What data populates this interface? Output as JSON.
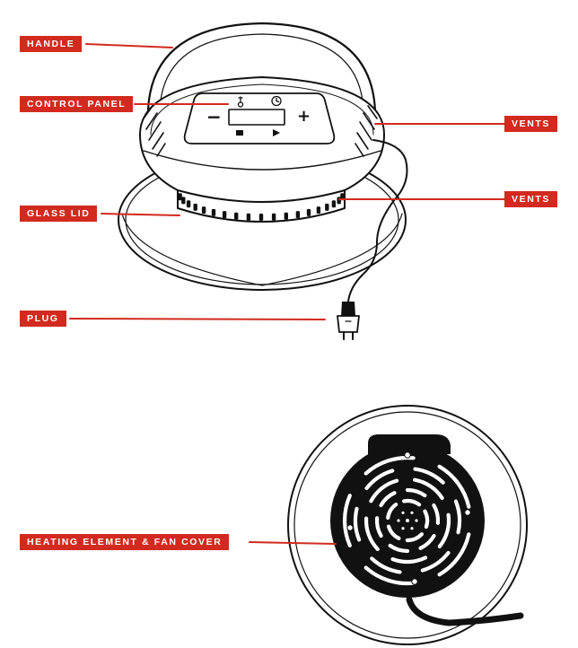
{
  "labels": {
    "handle": "HANDLE",
    "control_panel": "CONTROL PANEL",
    "vents_upper": "VENTS",
    "vents_lower": "VENTS",
    "glass_lid": "GLASS LID",
    "plug": "PLUG",
    "heating_element": "HEATING ELEMENT & FAN COVER"
  },
  "control_panel": {
    "minus": "−",
    "plus": "+",
    "icons": [
      "thermometer-icon",
      "clock-icon",
      "stop-icon",
      "play-icon"
    ]
  },
  "colors": {
    "label_background": "#d22a1e",
    "label_text": "#ffffff",
    "leader_line": "#d22a1e",
    "outline": "#111111"
  }
}
